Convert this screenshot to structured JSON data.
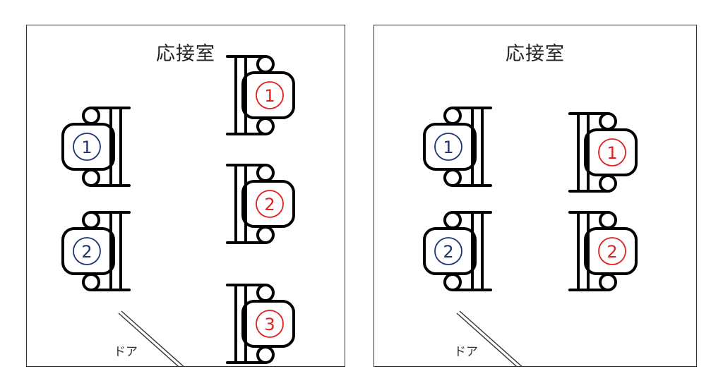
{
  "colors": {
    "line": "#000000",
    "guest": "#E0211F",
    "host": "#1F3472",
    "frame": "#333333"
  },
  "panels": [
    {
      "title": "応接室",
      "door_label": "ドア",
      "chairs": [
        {
          "label": "①",
          "role": "host",
          "facing": "right"
        },
        {
          "label": "②",
          "role": "host",
          "facing": "right"
        },
        {
          "label": "①",
          "role": "guest",
          "facing": "left"
        },
        {
          "label": "②",
          "role": "guest",
          "facing": "left"
        },
        {
          "label": "③",
          "role": "guest",
          "facing": "left"
        }
      ]
    },
    {
      "title": "応接室",
      "door_label": "ドア",
      "chairs": [
        {
          "label": "①",
          "role": "host",
          "facing": "right"
        },
        {
          "label": "②",
          "role": "host",
          "facing": "right"
        },
        {
          "label": "①",
          "role": "guest",
          "facing": "left"
        },
        {
          "label": "②",
          "role": "guest",
          "facing": "left"
        }
      ]
    }
  ]
}
